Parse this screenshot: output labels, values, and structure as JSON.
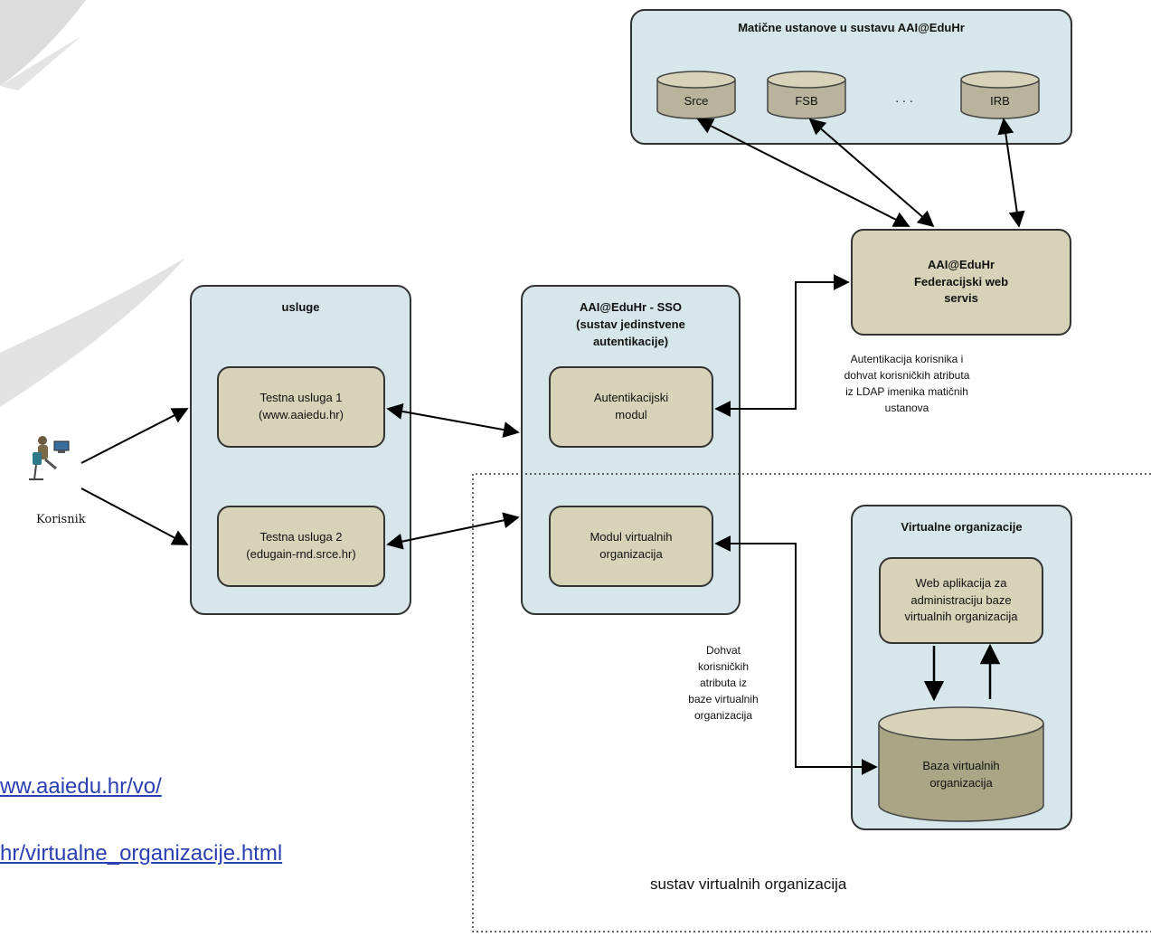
{
  "institutions": {
    "title": "Matične ustanove u sustavu AAI@EduHr",
    "items": [
      "Srce",
      "FSB",
      "IRB"
    ],
    "ellipsis": ". . ."
  },
  "federation_service": {
    "label": "AAI@EduHr\nFederacijski web\nservis"
  },
  "services": {
    "title": "usluge",
    "items": [
      "Testna usluga 1\n(www.aaiedu.hr)",
      "Testna usluga 2\n(edugain-rnd.srce.hr)"
    ]
  },
  "sso": {
    "title": "AAI@EduHr - SSO\n(sustav jedinstvene\nautentikacije)",
    "auth_module": "Autentikacijski\nmodul",
    "vo_module": "Modul virtualnih\norganizacija"
  },
  "auth_note": "Autentikacija korisnika i\ndohvat korisničkih atributa\niz LDAP imenika matičnih\nustanova",
  "vo": {
    "title": "Virtualne organizacije",
    "web_app": "Web aplikacija za\nadministraciju baze\nvirtualnih organizacija",
    "database": "Baza virtualnih\norganizacija"
  },
  "vo_note": "Dohvat\nkorisničkih\natributa iz\nbaze virtualnih\norganizacija",
  "system_label": "sustav virtualnih organizacija",
  "user_label": "Korisnik",
  "links": [
    "ww.aaiedu.hr/vo/",
    "hr/virtualne_organizacije.html"
  ]
}
